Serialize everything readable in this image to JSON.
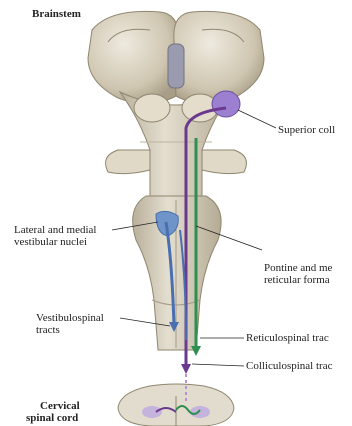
{
  "title": "Brainstem",
  "labels": {
    "superior_colliculus": "Superior coll",
    "vestibular_nuclei_line1": "Lateral and medial",
    "vestibular_nuclei_line2": "vestibular nuclei",
    "pontine_line1": "Pontine and me",
    "pontine_line2": "reticular forma",
    "vestibulospinal_line1": "Vestibulospinal",
    "vestibulospinal_line2": "tracts",
    "reticulospinal": "Reticulospinal trac",
    "colliculospinal": "Colliculospinal trac",
    "cervical_line1": "Cervical",
    "cervical_line2": "spinal cord"
  },
  "colors": {
    "tissue": "#d9d2c0",
    "tissue_shadow": "#b7ad97",
    "colliculus_purple": "#9c7fd1",
    "vestibular_blue": "#6f94c9",
    "tract_purple": "#6b3a8e",
    "tract_green": "#2f8f4f",
    "tract_blue": "#4a6fb0"
  }
}
